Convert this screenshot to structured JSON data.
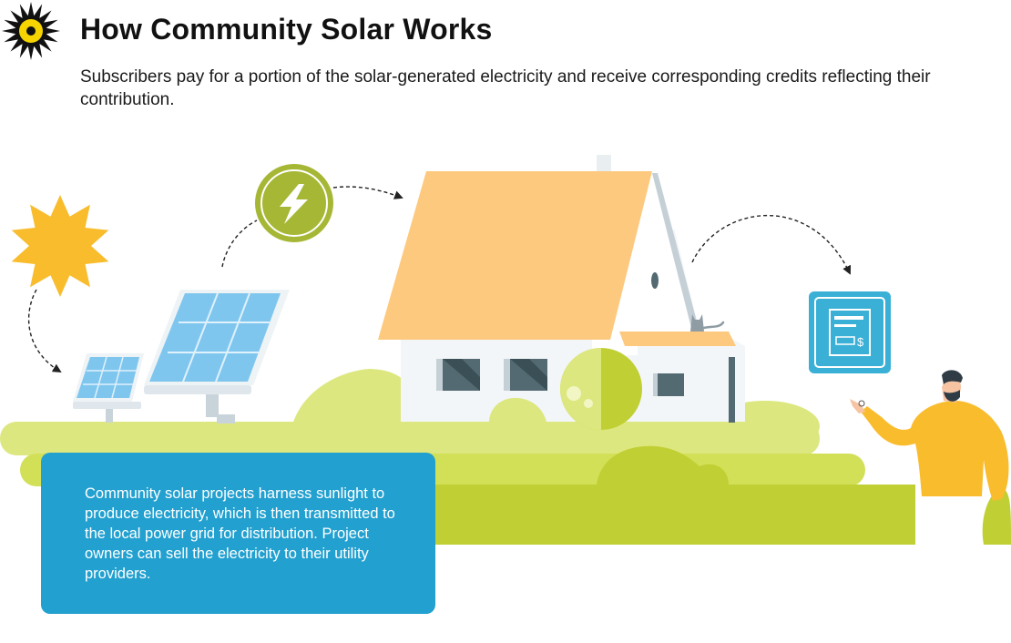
{
  "header": {
    "title": "How Community Solar Works",
    "subtitle": "Subscribers pay for a portion of the solar-generated electricity and receive corresponding credits reflecting their contribution.",
    "logo_icon": "sun-icon"
  },
  "info_box": {
    "text": "Community solar projects harness sunlight to produce electricity, which is then transmitted to the local power grid for distribution. Project owners can sell the electricity to their utility providers."
  },
  "bill": {
    "currency_symbol": "$"
  },
  "icons": [
    "sun-icon",
    "solar-panel-icon",
    "lightning-bolt-icon",
    "house-icon",
    "bill-icon",
    "cat-icon",
    "person-icon",
    "bush-icon"
  ],
  "colors": {
    "accent_blue": "#22a0cf",
    "roof_orange": "#fdc97f",
    "grass_light": "#dde77f",
    "grass_mid": "#d2e058",
    "grass_dark": "#c0cf33",
    "energy_green": "#a6b735",
    "sun_yellow": "#f8bc2c",
    "shirt_yellow": "#f9bc2d",
    "bill_blue": "#3bb0d6"
  }
}
